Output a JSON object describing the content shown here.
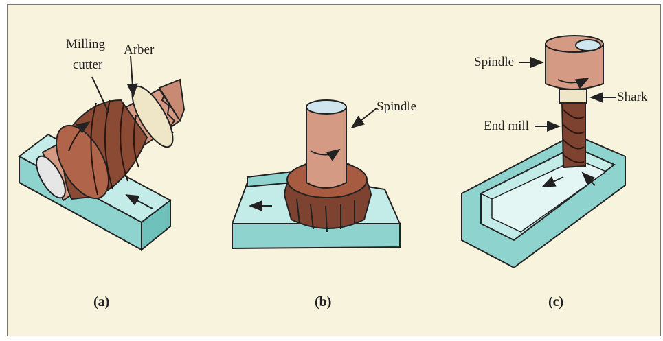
{
  "figures": [
    {
      "caption": "(a)",
      "labels": {
        "milling_cutter_line1": "Milling",
        "milling_cutter_line2": "cutter",
        "arbor": "Arber"
      }
    },
    {
      "caption": "(b)",
      "labels": {
        "spindle": "Spindle"
      }
    },
    {
      "caption": "(c)",
      "labels": {
        "spindle": "Spindle",
        "shank": "Shark",
        "end_mill": "End mill"
      }
    }
  ],
  "colors": {
    "background": "#f8f3dc",
    "workpiece": "#8fd3cf",
    "workpiece_top": "#c3ebe7",
    "tool_copper": "#c97d62",
    "cutter_dark": "#6b3a2a",
    "outline": "#222222"
  }
}
